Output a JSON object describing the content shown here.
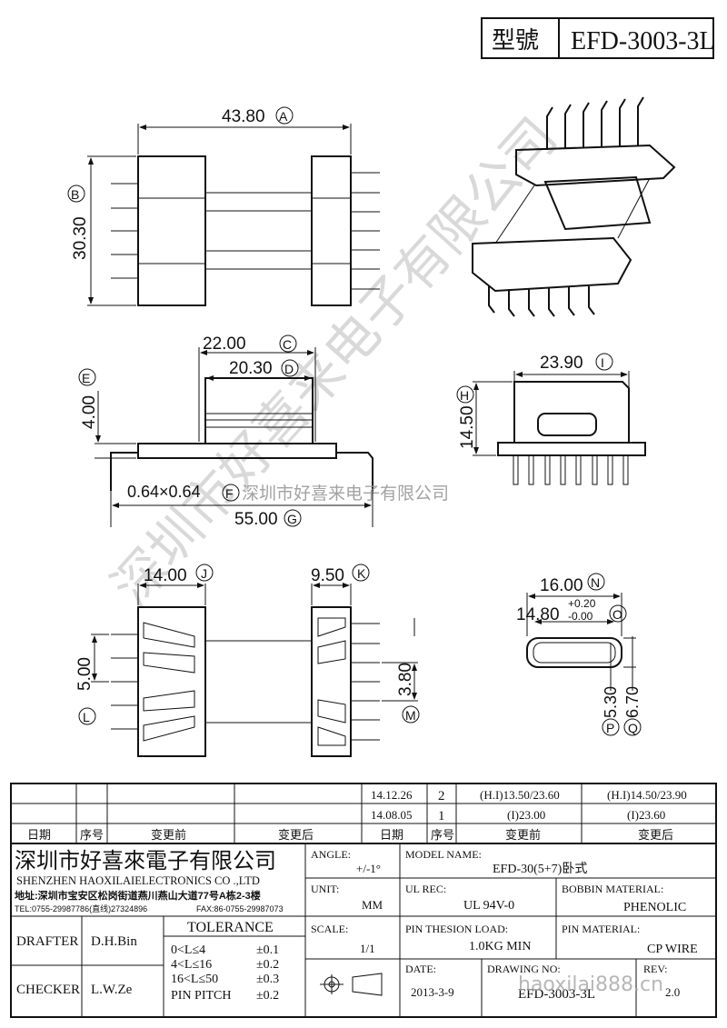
{
  "header": {
    "model_label": "型號",
    "model_value": "EFD-3003-3L"
  },
  "dimensions": {
    "A": {
      "value": "43.80",
      "tag": "A"
    },
    "B": {
      "value": "30.30",
      "tag": "B"
    },
    "C": {
      "value": "22.00",
      "tag": "C"
    },
    "D": {
      "value": "20.30",
      "tag": "D"
    },
    "E": {
      "value": "4.00",
      "tag": "E"
    },
    "F": {
      "value": "0.64×0.64",
      "tag": "F"
    },
    "G": {
      "value": "55.00",
      "tag": "G"
    },
    "H": {
      "value": "14.50",
      "tag": "H"
    },
    "I": {
      "value": "23.90",
      "tag": "I"
    },
    "J": {
      "value": "14.00",
      "tag": "J"
    },
    "K": {
      "value": "9.50",
      "tag": "K"
    },
    "L": {
      "value": "5.00",
      "tag": "L"
    },
    "M": {
      "value": "3.80",
      "tag": "M"
    },
    "N": {
      "value": "16.00",
      "tag": "N"
    },
    "O": {
      "value": "14.80",
      "tol_plus": "+0.20",
      "tol_minus": "-0.00",
      "tag": "O"
    },
    "P": {
      "value": "5.30",
      "tag": "P"
    },
    "Q": {
      "value": "6.70",
      "tag": "Q"
    }
  },
  "watermarks": {
    "diagonal": "深圳市好喜来电子有限公司",
    "horizontal": "深圳市好喜来电子有限公司",
    "site": "haoxilai888.cn"
  },
  "revisions": {
    "rows": [
      {
        "date": "14.12.26",
        "no": "2",
        "before": "(H.I)13.50/23.60",
        "after": "(H.I)14.50/23.90"
      },
      {
        "date": "14.08.05",
        "no": "1",
        "before": "(I)23.00",
        "after": "(I)23.60"
      }
    ],
    "headers": {
      "date": "日期",
      "no": "序号",
      "before": "变更前",
      "after": "变更后"
    }
  },
  "title_block": {
    "company_cn": "深圳市好喜來電子有限公司",
    "company_en": "SHENZHEN HAOXILAIELECTRONICS CO .,LTD",
    "address": "地址:深圳市宝安区松岗街道燕川燕山大道77号A栋2-3楼",
    "tel": "TEL:0755-29987786(直线)27324896",
    "fax": "FAX:86-0755-29987073",
    "angle_label": "ANGLE:",
    "angle_value": "+/-1°",
    "model_name_label": "MODEL NAME:",
    "model_name_value": "EFD-30(5+7)卧式",
    "unit_label": "UNIT:",
    "unit_value": "MM",
    "ul_label": "UL REC:",
    "ul_value": "UL 94V-0",
    "bobbin_label": "BOBBIN MATERIAL:",
    "bobbin_value": "PHENOLIC",
    "scale_label": "SCALE:",
    "scale_value": "1/1",
    "pin_load_label": "PIN THESION LOAD:",
    "pin_load_value": "1.0KG MIN",
    "pin_mat_label": "PIN MATERIAL:",
    "pin_mat_value": "CP  WIRE",
    "date_label": "DATE:",
    "date_value": "2013-3-9",
    "drawing_label": "DRAWING NO:",
    "drawing_value": "EFD-3003-3L",
    "rev_label": "REV:",
    "rev_value": "2.0",
    "drafter_label": "DRAFTER",
    "drafter_value": "D.H.Bin",
    "checker_label": "CHECKER",
    "checker_value": "L.W.Ze",
    "tolerance_title": "TOLERANCE",
    "tolerance_rows": [
      {
        "range": "0<L≤4",
        "tol": "±0.1"
      },
      {
        "range": "4<L≤16",
        "tol": "±0.2"
      },
      {
        "range": "16<L≤50",
        "tol": "±0.3"
      },
      {
        "range": "PIN PITCH",
        "tol": "±0.2"
      }
    ]
  }
}
